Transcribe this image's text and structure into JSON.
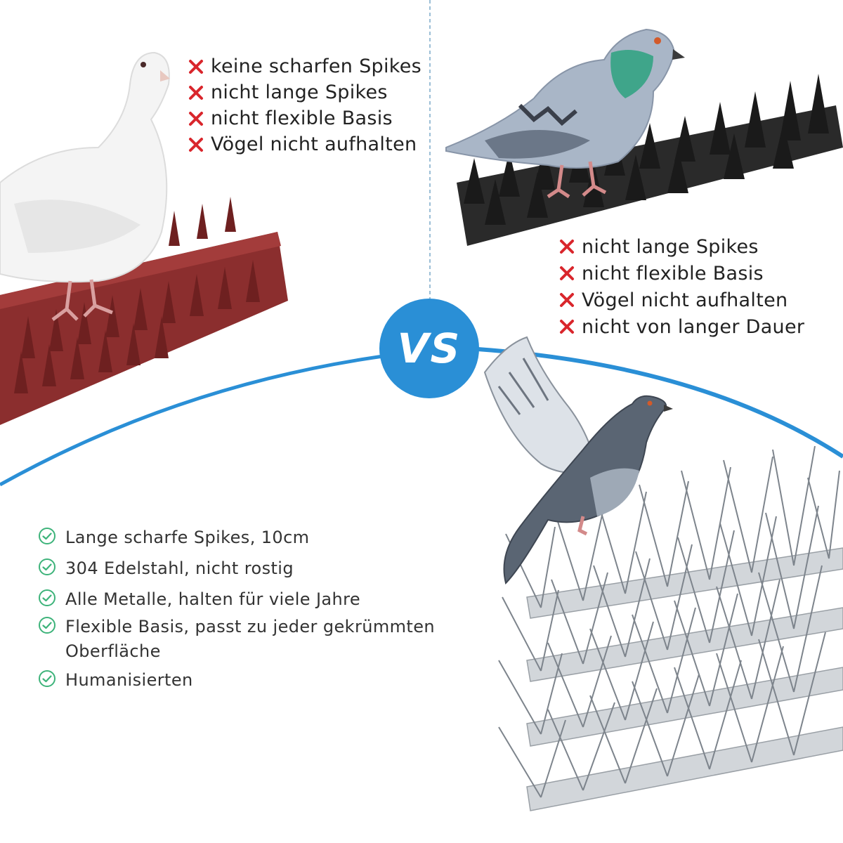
{
  "colors": {
    "accent": "#2a8fd6",
    "cross": "#d9262c",
    "check": "#3db37a",
    "divider": "#7aa9c8"
  },
  "badge": {
    "text": "VS"
  },
  "top_left": {
    "cons": [
      "keine scharfen Spikes",
      "nicht lange Spikes",
      "nicht flexible Basis",
      "Vögel nicht aufhalten"
    ]
  },
  "top_right": {
    "cons": [
      "nicht lange Spikes",
      "nicht flexible Basis",
      "Vögel nicht aufhalten",
      "nicht von langer Dauer"
    ]
  },
  "bottom_left": {
    "pros": [
      "Lange scharfe Spikes, 10cm",
      "304 Edelstahl, nicht rostig",
      "Alle Metalle, halten für viele Jahre",
      "Flexible Basis, passt zu jeder gekrümmten Oberfläche",
      "Humanisierten"
    ]
  },
  "icons": {
    "cross": "cross-icon",
    "check": "check-circle-icon"
  }
}
